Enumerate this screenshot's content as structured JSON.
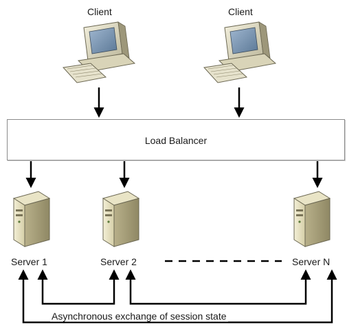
{
  "clients": [
    {
      "label": "Client"
    },
    {
      "label": "Client"
    }
  ],
  "load_balancer": {
    "label": "Load Balancer"
  },
  "servers": [
    {
      "label": "Server 1"
    },
    {
      "label": "Server 2"
    },
    {
      "label": "Server N"
    }
  ],
  "caption": "Asynchronous exchange of session state"
}
